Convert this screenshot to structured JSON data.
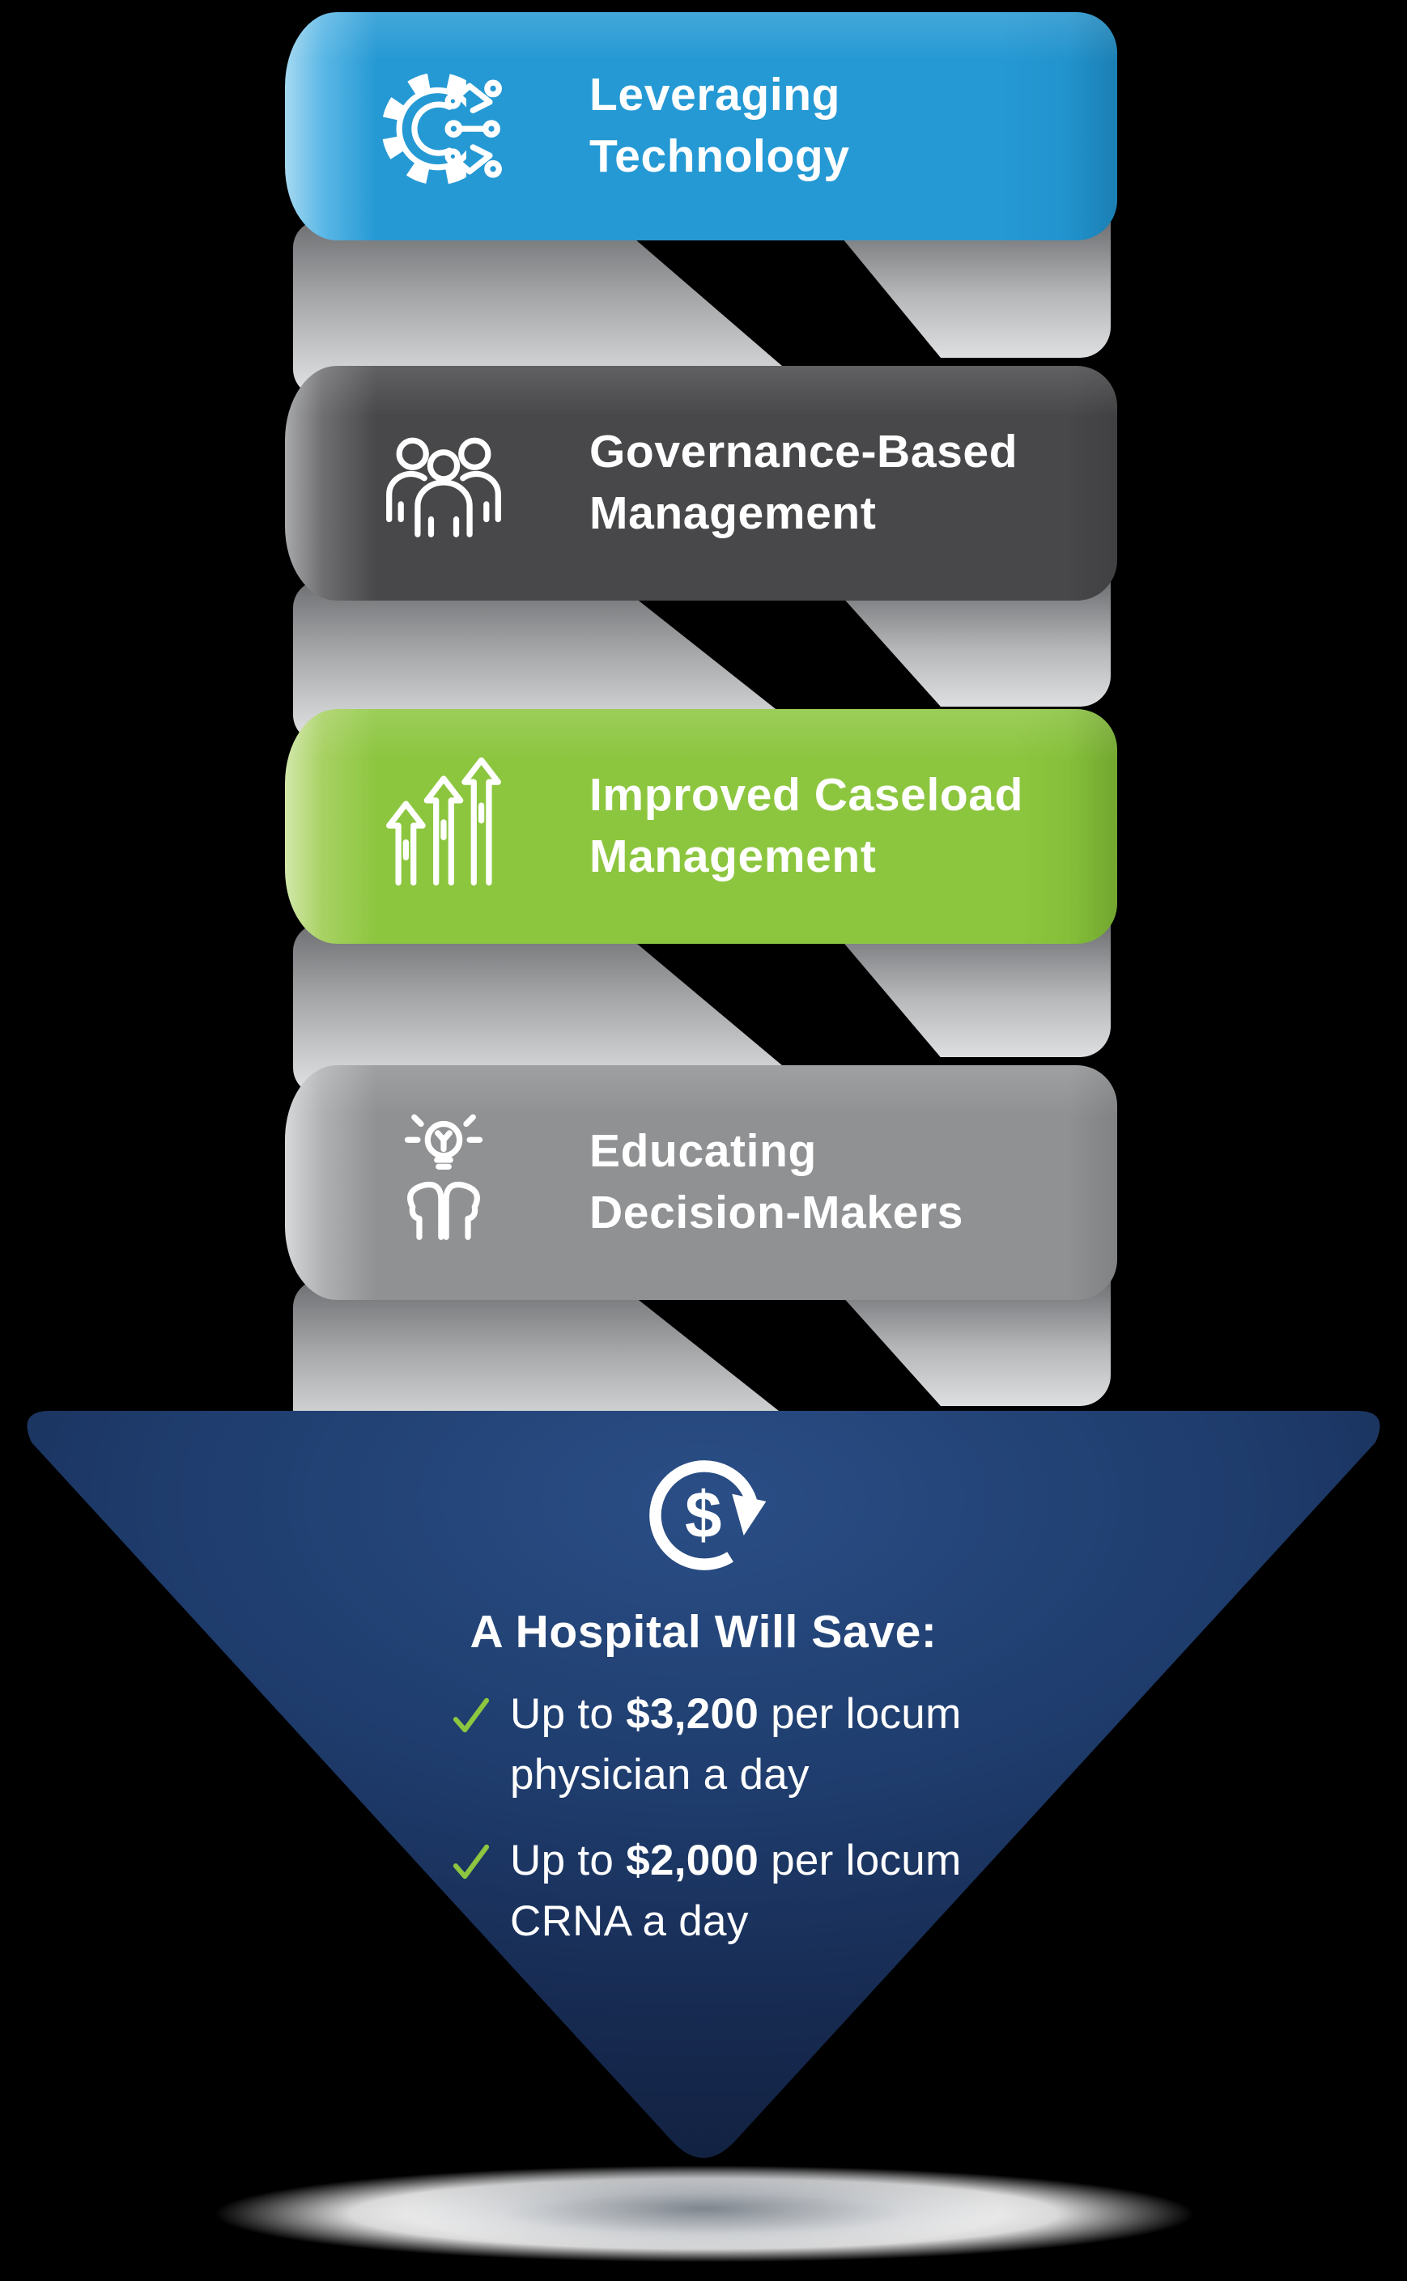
{
  "page": {
    "background": "#000000"
  },
  "banners": [
    {
      "id": "leveraging-technology",
      "title_line1": "Leveraging",
      "title_line2": "Technology",
      "color": "#2599d4",
      "icon": "tech-gear-circuit-icon"
    },
    {
      "id": "governance-based-management",
      "title_line1": "Governance-Based",
      "title_line2": "Management",
      "color": "#48484a",
      "icon": "people-group-icon"
    },
    {
      "id": "improved-caseload-management",
      "title_line1": "Improved Caseload",
      "title_line2": "Management",
      "color": "#8cc63f",
      "icon": "growth-arrows-icon"
    },
    {
      "id": "educating-decision-makers",
      "title_line1": "Educating",
      "title_line2": "Decision-Makers",
      "color": "#909193",
      "icon": "idea-heads-icon"
    }
  ],
  "ribbon": {
    "fold_color_top": "#6e6f72",
    "fold_color_bottom": "#e3e4e6"
  },
  "arrow": {
    "color": "#1d3b6a",
    "icon": "dollar-cycle-icon",
    "dollar_glyph": "$",
    "heading": "A Hospital Will Save:",
    "check_color": "#8cc63f",
    "bullets": [
      {
        "lead": "Up to ",
        "amount": "$3,200",
        "rest": " per locum physician a day"
      },
      {
        "lead": "Up to ",
        "amount": "$2,000",
        "rest": " per locum CRNA a day"
      }
    ]
  }
}
